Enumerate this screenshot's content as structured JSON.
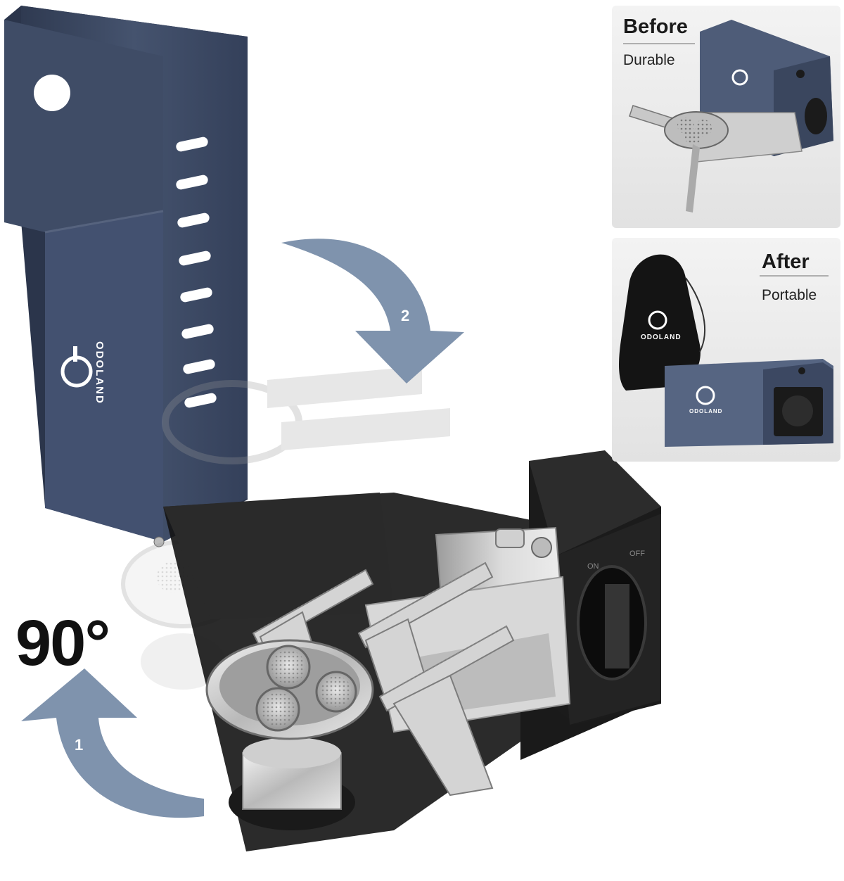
{
  "brand": {
    "name": "ODOLAND"
  },
  "main": {
    "angle_label": "90°",
    "step_1": "1",
    "step_2": "2"
  },
  "panels": {
    "before": {
      "title": "Before",
      "subtitle": "Durable"
    },
    "after": {
      "title": "After",
      "subtitle": "Portable"
    }
  },
  "colors": {
    "case_blue": "#3d4a63",
    "arrow_blue": "#7f93ad",
    "steel": "#c8c8c8",
    "black": "#1c1c1c",
    "panel_bg": "#ebebeb"
  }
}
